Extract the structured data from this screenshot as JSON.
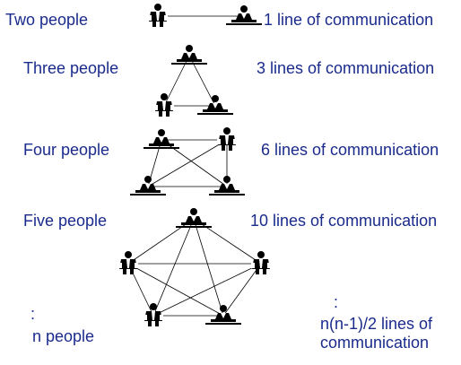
{
  "text_color": "#1a2b8c",
  "line_color": "#000000",
  "figure_colors": {
    "ink": "#000000",
    "shirt": "#ffffff"
  },
  "icons": {
    "standing": "standing-person-icon",
    "seated": "seated-person-at-desk-icon"
  },
  "rows": [
    {
      "people_label": "Two people",
      "lines_label": "1 line of communication"
    },
    {
      "people_label": "Three people",
      "lines_label": "3 lines of communication"
    },
    {
      "people_label": "Four people",
      "lines_label": "6 lines of communication"
    },
    {
      "people_label": "Five people",
      "lines_label": "10 lines of communication"
    }
  ],
  "ellipsis_left": ":",
  "general_label": "n people",
  "ellipsis_right": ":",
  "formula_label": "n(n-1)/2 lines of communication"
}
